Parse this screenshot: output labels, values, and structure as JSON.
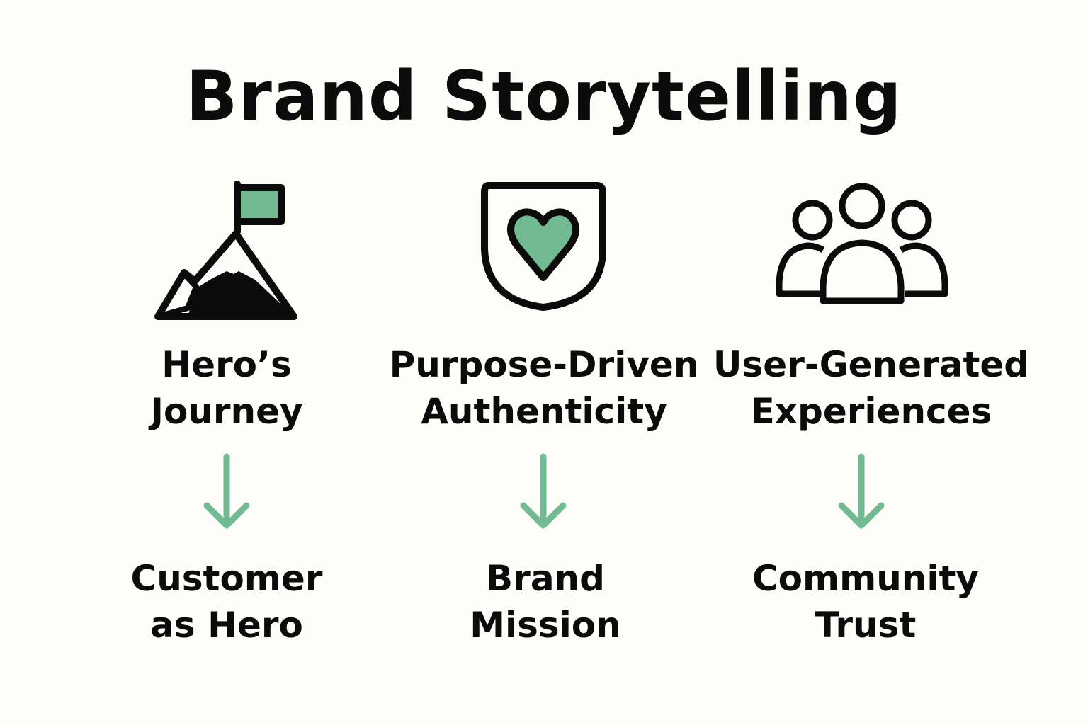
{
  "title": "Brand Storytelling",
  "colors": {
    "accent": "#72ba92",
    "ink": "#0b0b0b",
    "background": "#fdfdf9"
  },
  "columns": [
    {
      "icon": "mountain-flag-icon",
      "label_lines": [
        "Hero’s",
        "Journey"
      ],
      "result_lines": [
        "Customer",
        "as Hero"
      ]
    },
    {
      "icon": "shield-heart-icon",
      "label_lines": [
        "Purpose-Driven",
        "Authenticity"
      ],
      "result_lines": [
        "Brand",
        "Mission"
      ]
    },
    {
      "icon": "people-group-icon",
      "label_lines": [
        "User-Generated",
        "Experiences"
      ],
      "result_lines": [
        "Community",
        "Trust"
      ]
    }
  ]
}
